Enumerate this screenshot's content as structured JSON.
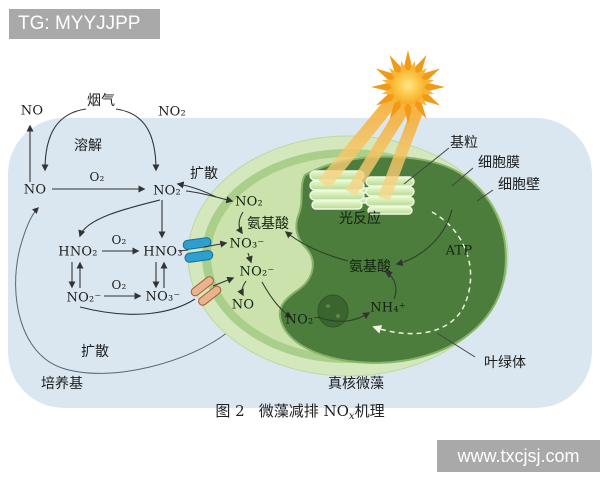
{
  "watermarks": {
    "top_left": "TG: MYYJJPP",
    "bottom_right": "www.txcjsj.com"
  },
  "caption": {
    "fig": "图 2",
    "title_pre": "微藻减排 NO",
    "title_sub": "x",
    "title_post": "机理"
  },
  "gas": {
    "no": "NO",
    "flue_gas": "烟气",
    "no2": "NO₂"
  },
  "medium": {
    "dissolve": "溶解",
    "no": "NO",
    "o2_row1": "O₂",
    "no2": "NO₂",
    "diffusion_top": "扩散",
    "hno2": "HNO₂",
    "o2_row2": "O₂",
    "hno3": "HNO₃",
    "no2_ion": "NO₂⁻",
    "o2_row3": "O₂",
    "no3_ion": "NO₃⁻",
    "diffusion_bottom": "扩散",
    "medium_label": "培养基"
  },
  "cell": {
    "no2": "NO₂",
    "amino_cyto": "氨基酸",
    "no3_ion": "NO₃⁻",
    "no2_ion": "NO₂⁻",
    "no": "NO",
    "light_reaction": "光反应",
    "amino_chloro": "氨基酸",
    "atp": "ATP",
    "no2_ion_chloro": "NO₂⁻",
    "nh4": "NH₄⁺",
    "organism": "真核微藻"
  },
  "callouts": {
    "granum": "基粒",
    "membrane": "细胞膜",
    "wall": "细胞壁",
    "chloroplast": "叶绿体"
  },
  "colors": {
    "medium_bg": "#dae7f1",
    "cell_wall": "#d4e7bd",
    "cell_membrane": "#a9cf8a",
    "cytoplasm": "#cbe2ad",
    "chloroplast": "#4c7d3c",
    "thylakoid": "#cdeab4",
    "sun": "#f6a41f",
    "beam": "#f5b840",
    "channel_blue": "#2e9fd0",
    "channel_orange": "#eab38f",
    "watermark_bg": "#a9a9a9"
  }
}
